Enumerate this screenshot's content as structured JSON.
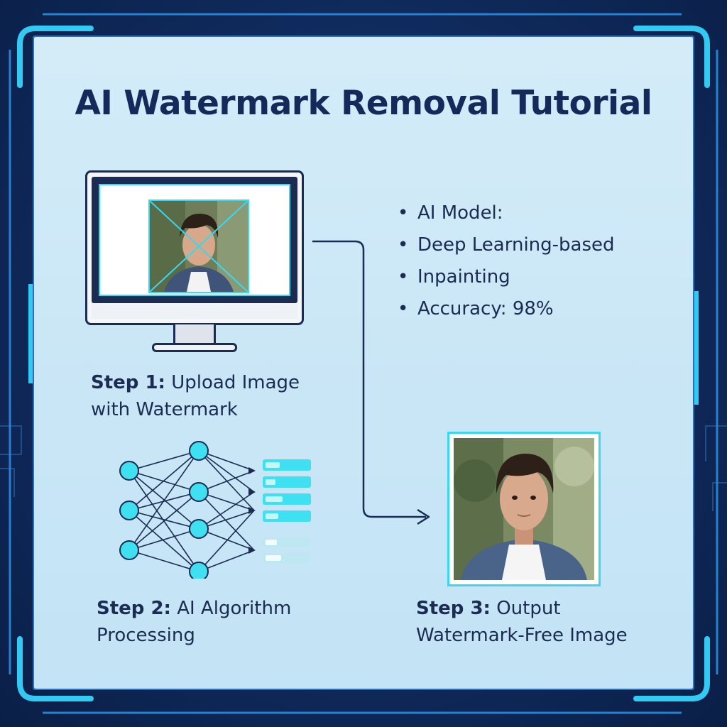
{
  "title": "AI Watermark Removal Tutorial",
  "steps": [
    {
      "label": "Step 1:",
      "text_line1": " Upload Image",
      "text_line2": "with Watermark"
    },
    {
      "label": "Step 2:",
      "text_line1": " AI Algorithm",
      "text_line2": "Processing"
    },
    {
      "label": "Step 3:",
      "text_line1": " Output",
      "text_line2": "Watermark-Free Image"
    }
  ],
  "features": [
    {
      "bullet": "•",
      "text": "AI Model:"
    },
    {
      "bullet": "•",
      "text": "Deep Learning-based"
    },
    {
      "bullet": "•",
      "text": "Inpainting"
    },
    {
      "bullet": "•",
      "text": "Accuracy: 98%"
    }
  ],
  "colors": {
    "background": "#0f2a5c",
    "panel": "#cfe9f7",
    "text": "#1b2b52",
    "accent_cyan": "#38d9f0",
    "node_fill": "#3ee0f2"
  },
  "icons": {
    "monitor": "desktop-monitor-icon",
    "network": "neural-network-icon",
    "arrow": "flow-arrow-icon"
  }
}
